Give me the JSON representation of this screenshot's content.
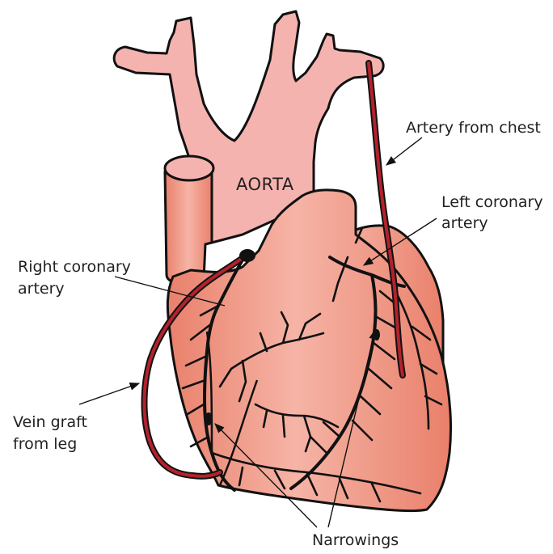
{
  "labels": {
    "aorta": "AORTA",
    "artery_from_chest": "Artery from chest",
    "left_coronary_line1": "Left coronary",
    "left_coronary_line2": "artery",
    "right_coronary_line1": "Right coronary",
    "right_coronary_line2": "artery",
    "vein_graft_line1": "Vein graft",
    "vein_graft_line2": "from leg",
    "narrowings": "Narrowings"
  },
  "colors": {
    "aorta_fill": "#f5b3b0",
    "heart_fill_light": "#f6b4a6",
    "heart_fill_dark": "#e9806b",
    "graft_red": "#b3222c",
    "outline": "#111111"
  }
}
